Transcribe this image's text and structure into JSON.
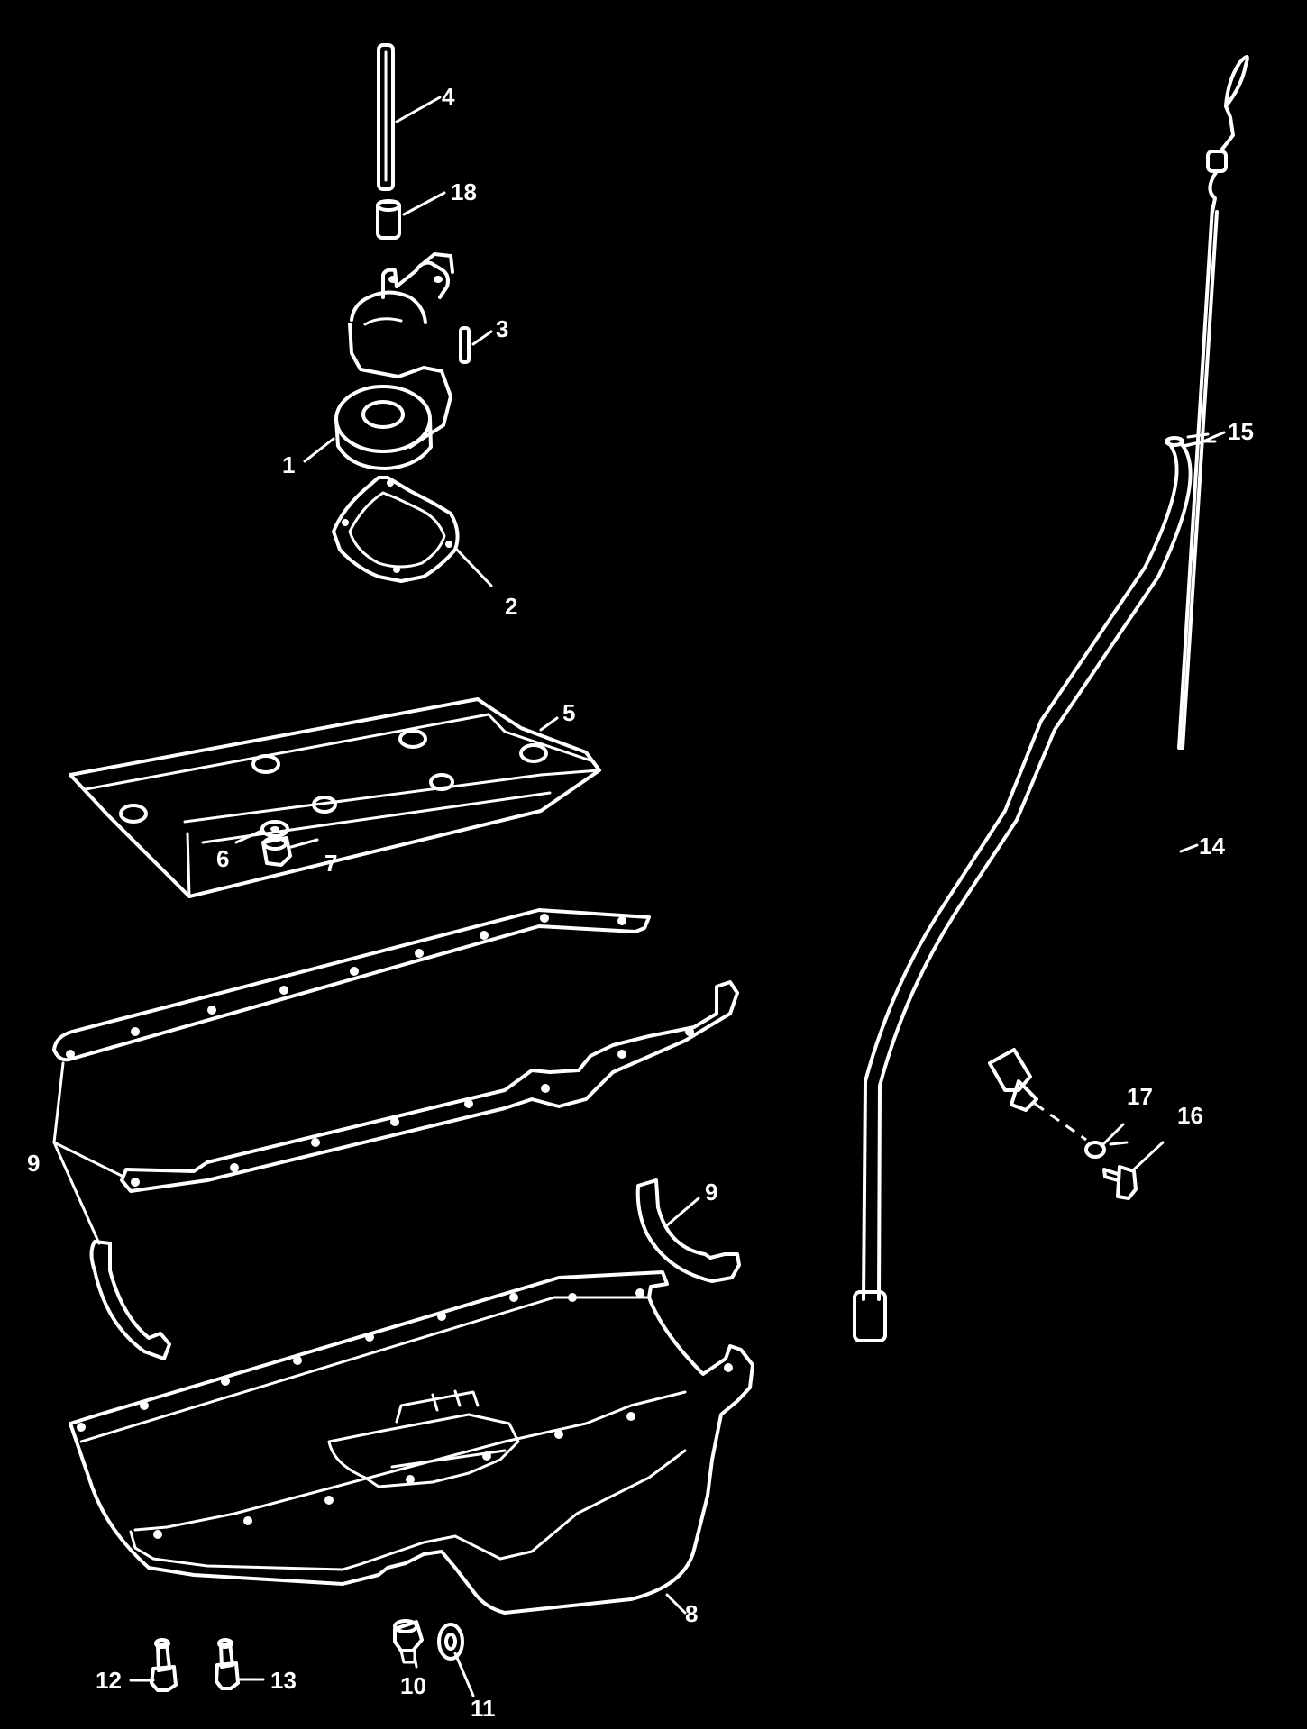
{
  "callouts": {
    "c1": "1",
    "c2": "2",
    "c3": "3",
    "c4": "4",
    "c5": "5",
    "c6": "6",
    "c7": "7",
    "c8": "8",
    "c9a": "9",
    "c9b": "9",
    "c10": "10",
    "c11": "11",
    "c12": "12",
    "c13": "13",
    "c14": "14",
    "c15": "15",
    "c16": "16",
    "c17": "17",
    "c18": "18"
  }
}
